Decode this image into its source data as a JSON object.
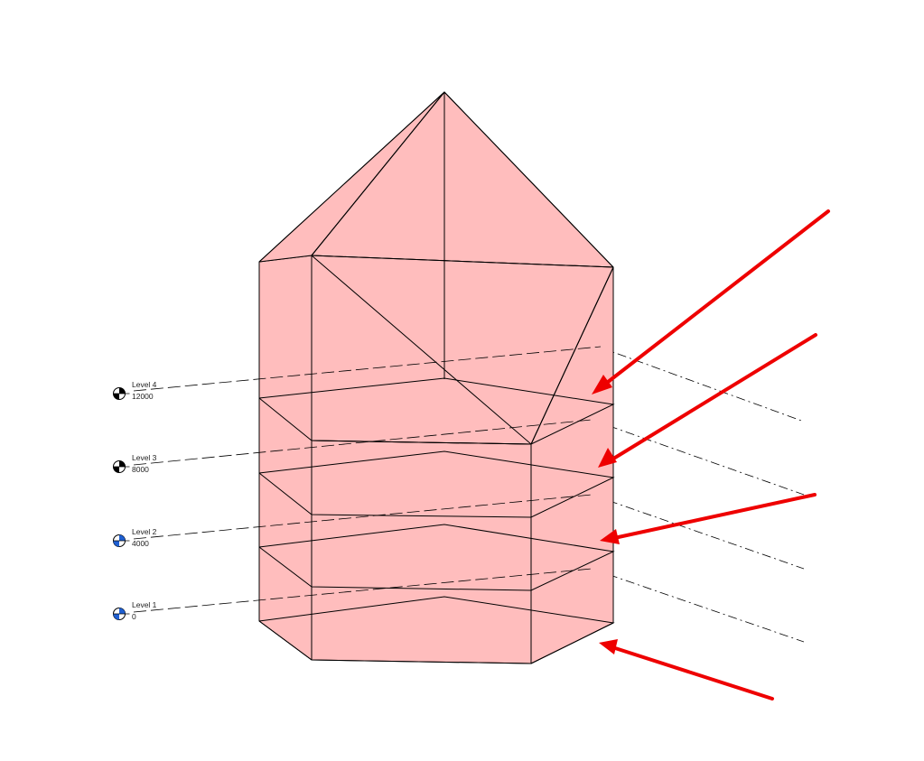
{
  "colors": {
    "mass_fill": "#ffbdbd",
    "arrow": "#ee0000",
    "level_head_black": "#000000",
    "level_head_blue": "#1f5fd1"
  },
  "levels": [
    {
      "name": "Level 4",
      "elevation": "12000",
      "head_color": "black",
      "head_icon": "level-head-icon"
    },
    {
      "name": "Level 3",
      "elevation": "8000",
      "head_color": "black",
      "head_icon": "level-head-icon"
    },
    {
      "name": "Level 2",
      "elevation": "4000",
      "head_color": "blue",
      "head_icon": "level-head-icon"
    },
    {
      "name": "Level 1",
      "elevation": "0",
      "head_color": "blue",
      "head_icon": "level-head-icon"
    }
  ]
}
